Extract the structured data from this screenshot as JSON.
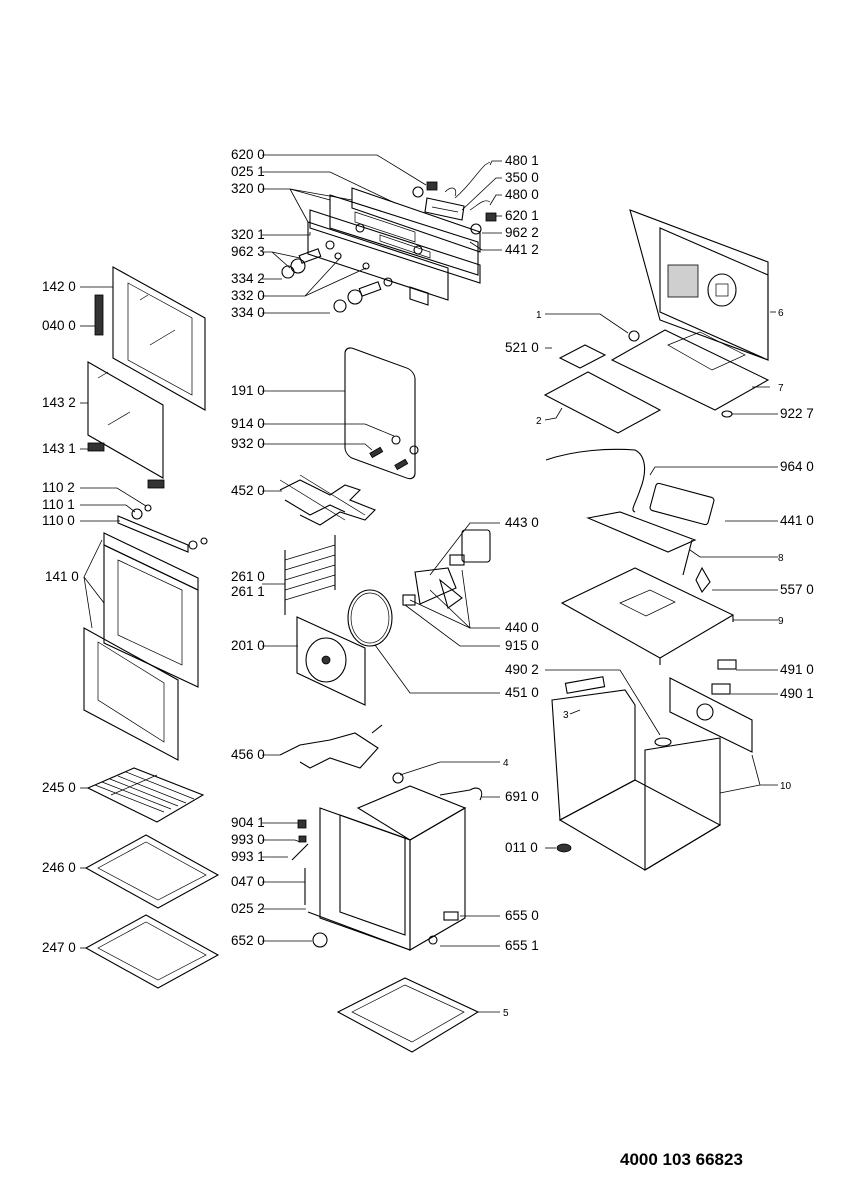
{
  "diagram": {
    "type": "exploded-parts-diagram",
    "subject": "built-in oven",
    "document_number": "4000 103 66823",
    "callouts": [
      {
        "id": "c6200",
        "label": "620 0"
      },
      {
        "id": "c0251",
        "label": "025 1"
      },
      {
        "id": "c3200",
        "label": "320 0"
      },
      {
        "id": "c3201",
        "label": "320 1"
      },
      {
        "id": "c9623",
        "label": "962 3"
      },
      {
        "id": "c3342",
        "label": "334 2"
      },
      {
        "id": "c3320",
        "label": "332 0"
      },
      {
        "id": "c3340",
        "label": "334 0"
      },
      {
        "id": "c4801",
        "label": "480 1"
      },
      {
        "id": "c3500",
        "label": "350 0"
      },
      {
        "id": "c4800",
        "label": "480 0"
      },
      {
        "id": "c6201",
        "label": "620 1"
      },
      {
        "id": "c9622",
        "label": "962 2"
      },
      {
        "id": "c4412",
        "label": "441 2"
      },
      {
        "id": "c1420",
        "label": "142 0"
      },
      {
        "id": "c0400",
        "label": "040 0"
      },
      {
        "id": "c1432",
        "label": "143 2"
      },
      {
        "id": "c1431",
        "label": "143 1"
      },
      {
        "id": "c1102",
        "label": "110 2"
      },
      {
        "id": "c1101",
        "label": "110 1"
      },
      {
        "id": "c1100",
        "label": "110 0"
      },
      {
        "id": "c1410",
        "label": "141 0"
      },
      {
        "id": "c2450",
        "label": "245 0"
      },
      {
        "id": "c2460",
        "label": "246 0"
      },
      {
        "id": "c2470",
        "label": "247 0"
      },
      {
        "id": "c1910",
        "label": "191 0"
      },
      {
        "id": "c9140",
        "label": "914 0"
      },
      {
        "id": "c9320",
        "label": "932 0"
      },
      {
        "id": "c4520",
        "label": "452 0"
      },
      {
        "id": "c2610",
        "label": "261 0"
      },
      {
        "id": "c2611",
        "label": "261 1"
      },
      {
        "id": "c2010",
        "label": "201 0"
      },
      {
        "id": "c4430",
        "label": "443 0"
      },
      {
        "id": "c4400",
        "label": "440 0"
      },
      {
        "id": "c9150",
        "label": "915 0"
      },
      {
        "id": "c4510",
        "label": "451 0"
      },
      {
        "id": "c4560",
        "label": "456 0"
      },
      {
        "id": "c9041",
        "label": "904 1"
      },
      {
        "id": "c9930",
        "label": "993 0"
      },
      {
        "id": "c9931",
        "label": "993 1"
      },
      {
        "id": "c0470",
        "label": "047 0"
      },
      {
        "id": "c0252",
        "label": "025 2"
      },
      {
        "id": "c6520",
        "label": "652 0"
      },
      {
        "id": "c4",
        "label": "4"
      },
      {
        "id": "c6910",
        "label": "691 0"
      },
      {
        "id": "c6550",
        "label": "655 0"
      },
      {
        "id": "c6551",
        "label": "655 1"
      },
      {
        "id": "c5",
        "label": "5"
      },
      {
        "id": "c1",
        "label": "1"
      },
      {
        "id": "c5210",
        "label": "521 0"
      },
      {
        "id": "c2",
        "label": "2"
      },
      {
        "id": "c6",
        "label": "6"
      },
      {
        "id": "c7",
        "label": "7"
      },
      {
        "id": "c9227",
        "label": "922 7"
      },
      {
        "id": "c9640",
        "label": "964 0"
      },
      {
        "id": "c4410",
        "label": "441 0"
      },
      {
        "id": "c8",
        "label": "8"
      },
      {
        "id": "c5570",
        "label": "557 0"
      },
      {
        "id": "c9",
        "label": "9"
      },
      {
        "id": "c4902",
        "label": "490 2"
      },
      {
        "id": "c4910",
        "label": "491 0"
      },
      {
        "id": "c4901",
        "label": "490 1"
      },
      {
        "id": "c3",
        "label": "3"
      },
      {
        "id": "c10",
        "label": "10"
      },
      {
        "id": "c0110",
        "label": "011 0"
      }
    ]
  }
}
